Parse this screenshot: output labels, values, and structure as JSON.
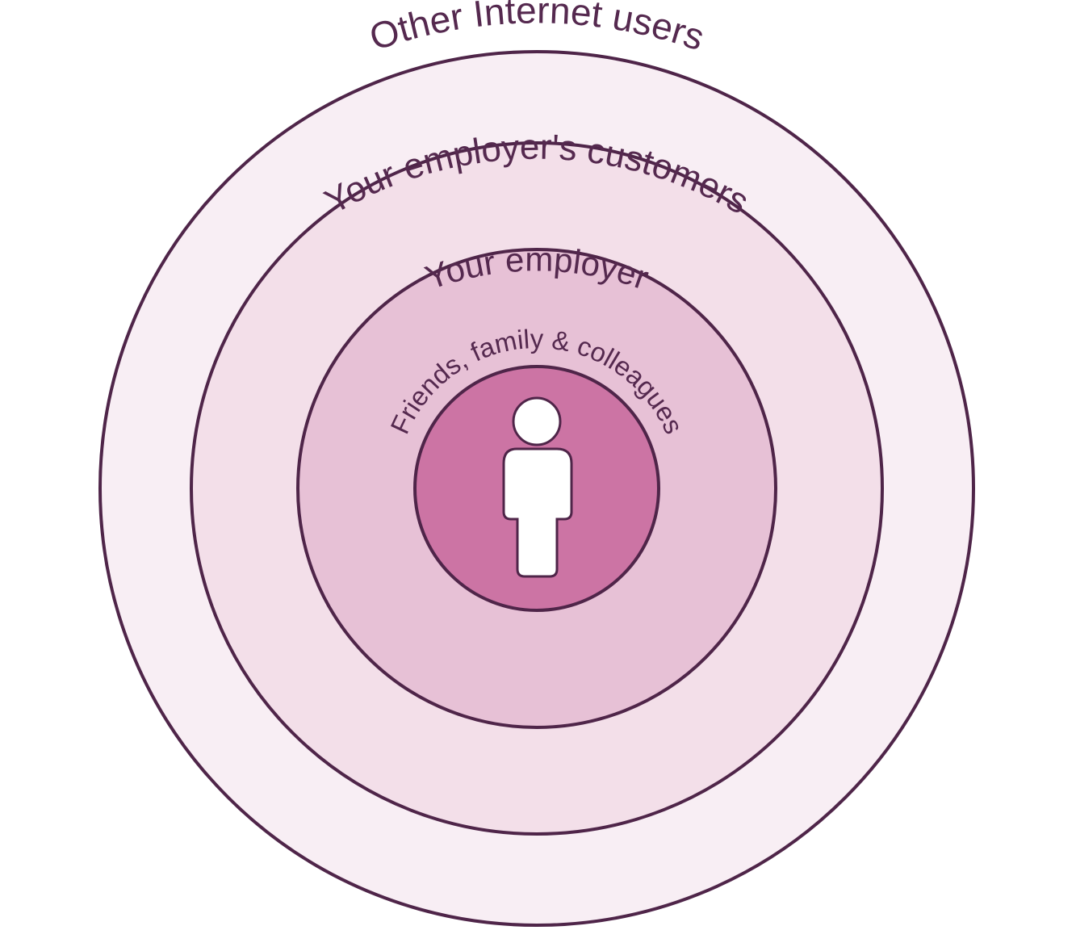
{
  "colors": {
    "stroke": "#4f2549",
    "text": "#55294f",
    "ring_outer": "#f8eef4",
    "ring_second": "#f3dfe9",
    "ring_third": "#e7c1d6",
    "core": "#cc74a4",
    "person": "#ffffff"
  },
  "rings": [
    {
      "label": "Other Internet users"
    },
    {
      "label": "Your employer's customers"
    },
    {
      "label": "Your employer"
    },
    {
      "label": "Friends, family & colleagues"
    }
  ],
  "center_icon": "person-icon"
}
